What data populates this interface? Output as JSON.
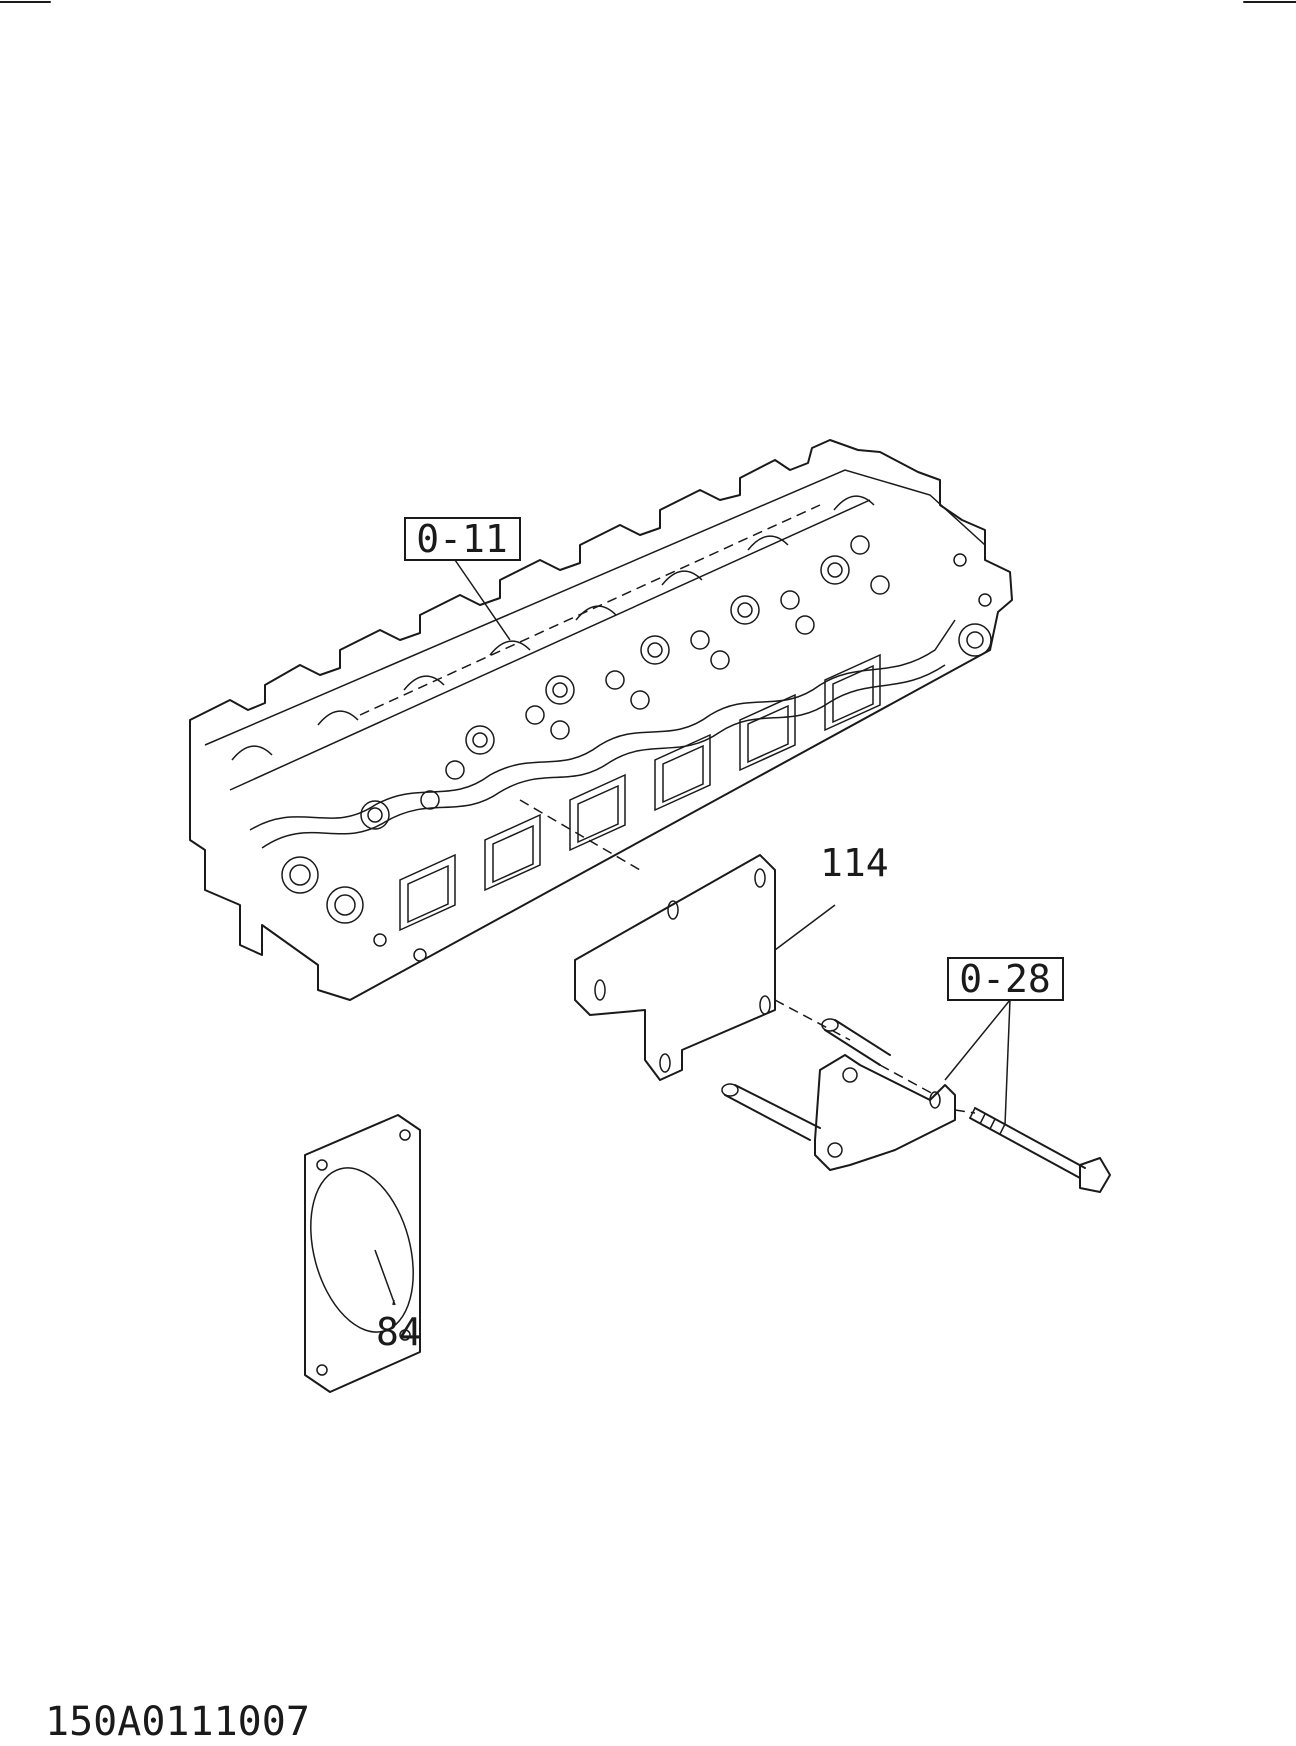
{
  "callouts": {
    "head": "0-11",
    "bracket_plate": "114",
    "support_bracket": "0-28",
    "gasket": "84"
  },
  "drawing_code": "150A0111007"
}
